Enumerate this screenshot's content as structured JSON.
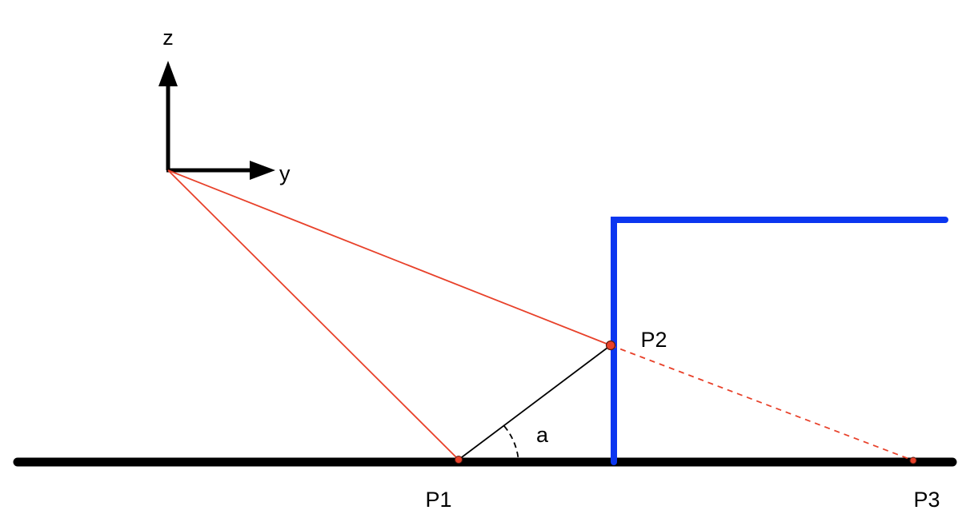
{
  "axes": {
    "z_label": "z",
    "y_label": "y"
  },
  "points": {
    "p1_label": "P1",
    "p2_label": "P2",
    "p3_label": "P3"
  },
  "angle_label": "a",
  "colors": {
    "ground": "#000000",
    "wall": "#0b36f0",
    "ray": "#e8412a",
    "point_fill": "#e8412a",
    "point_stroke": "#5a1a10"
  }
}
